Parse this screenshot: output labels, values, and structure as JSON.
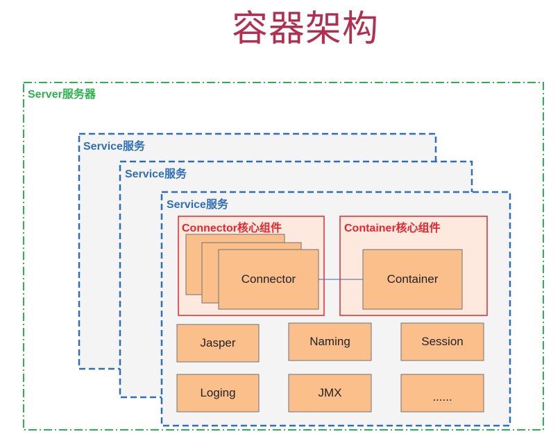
{
  "title": "容器架构",
  "server": {
    "label": "Server服务器"
  },
  "services": [
    {
      "label": "Service服务"
    },
    {
      "label": "Service服务"
    },
    {
      "label": "Service服务"
    }
  ],
  "connector_group": {
    "label": "Connector核心组件",
    "item": "Connector"
  },
  "container_group": {
    "label": "Container核心组件",
    "item": "Container"
  },
  "modules": [
    {
      "label": "Jasper"
    },
    {
      "label": "Naming"
    },
    {
      "label": "Session"
    },
    {
      "label": "Loging"
    },
    {
      "label": "JMX"
    },
    {
      "label": "......"
    }
  ],
  "colors": {
    "title": "#b2304f",
    "server_border": "#2bb24c",
    "service_border": "#2f6fb7",
    "group_border": "#e5262f",
    "group_fill": "#fde9de",
    "component_fill": "#fbbf8c"
  }
}
